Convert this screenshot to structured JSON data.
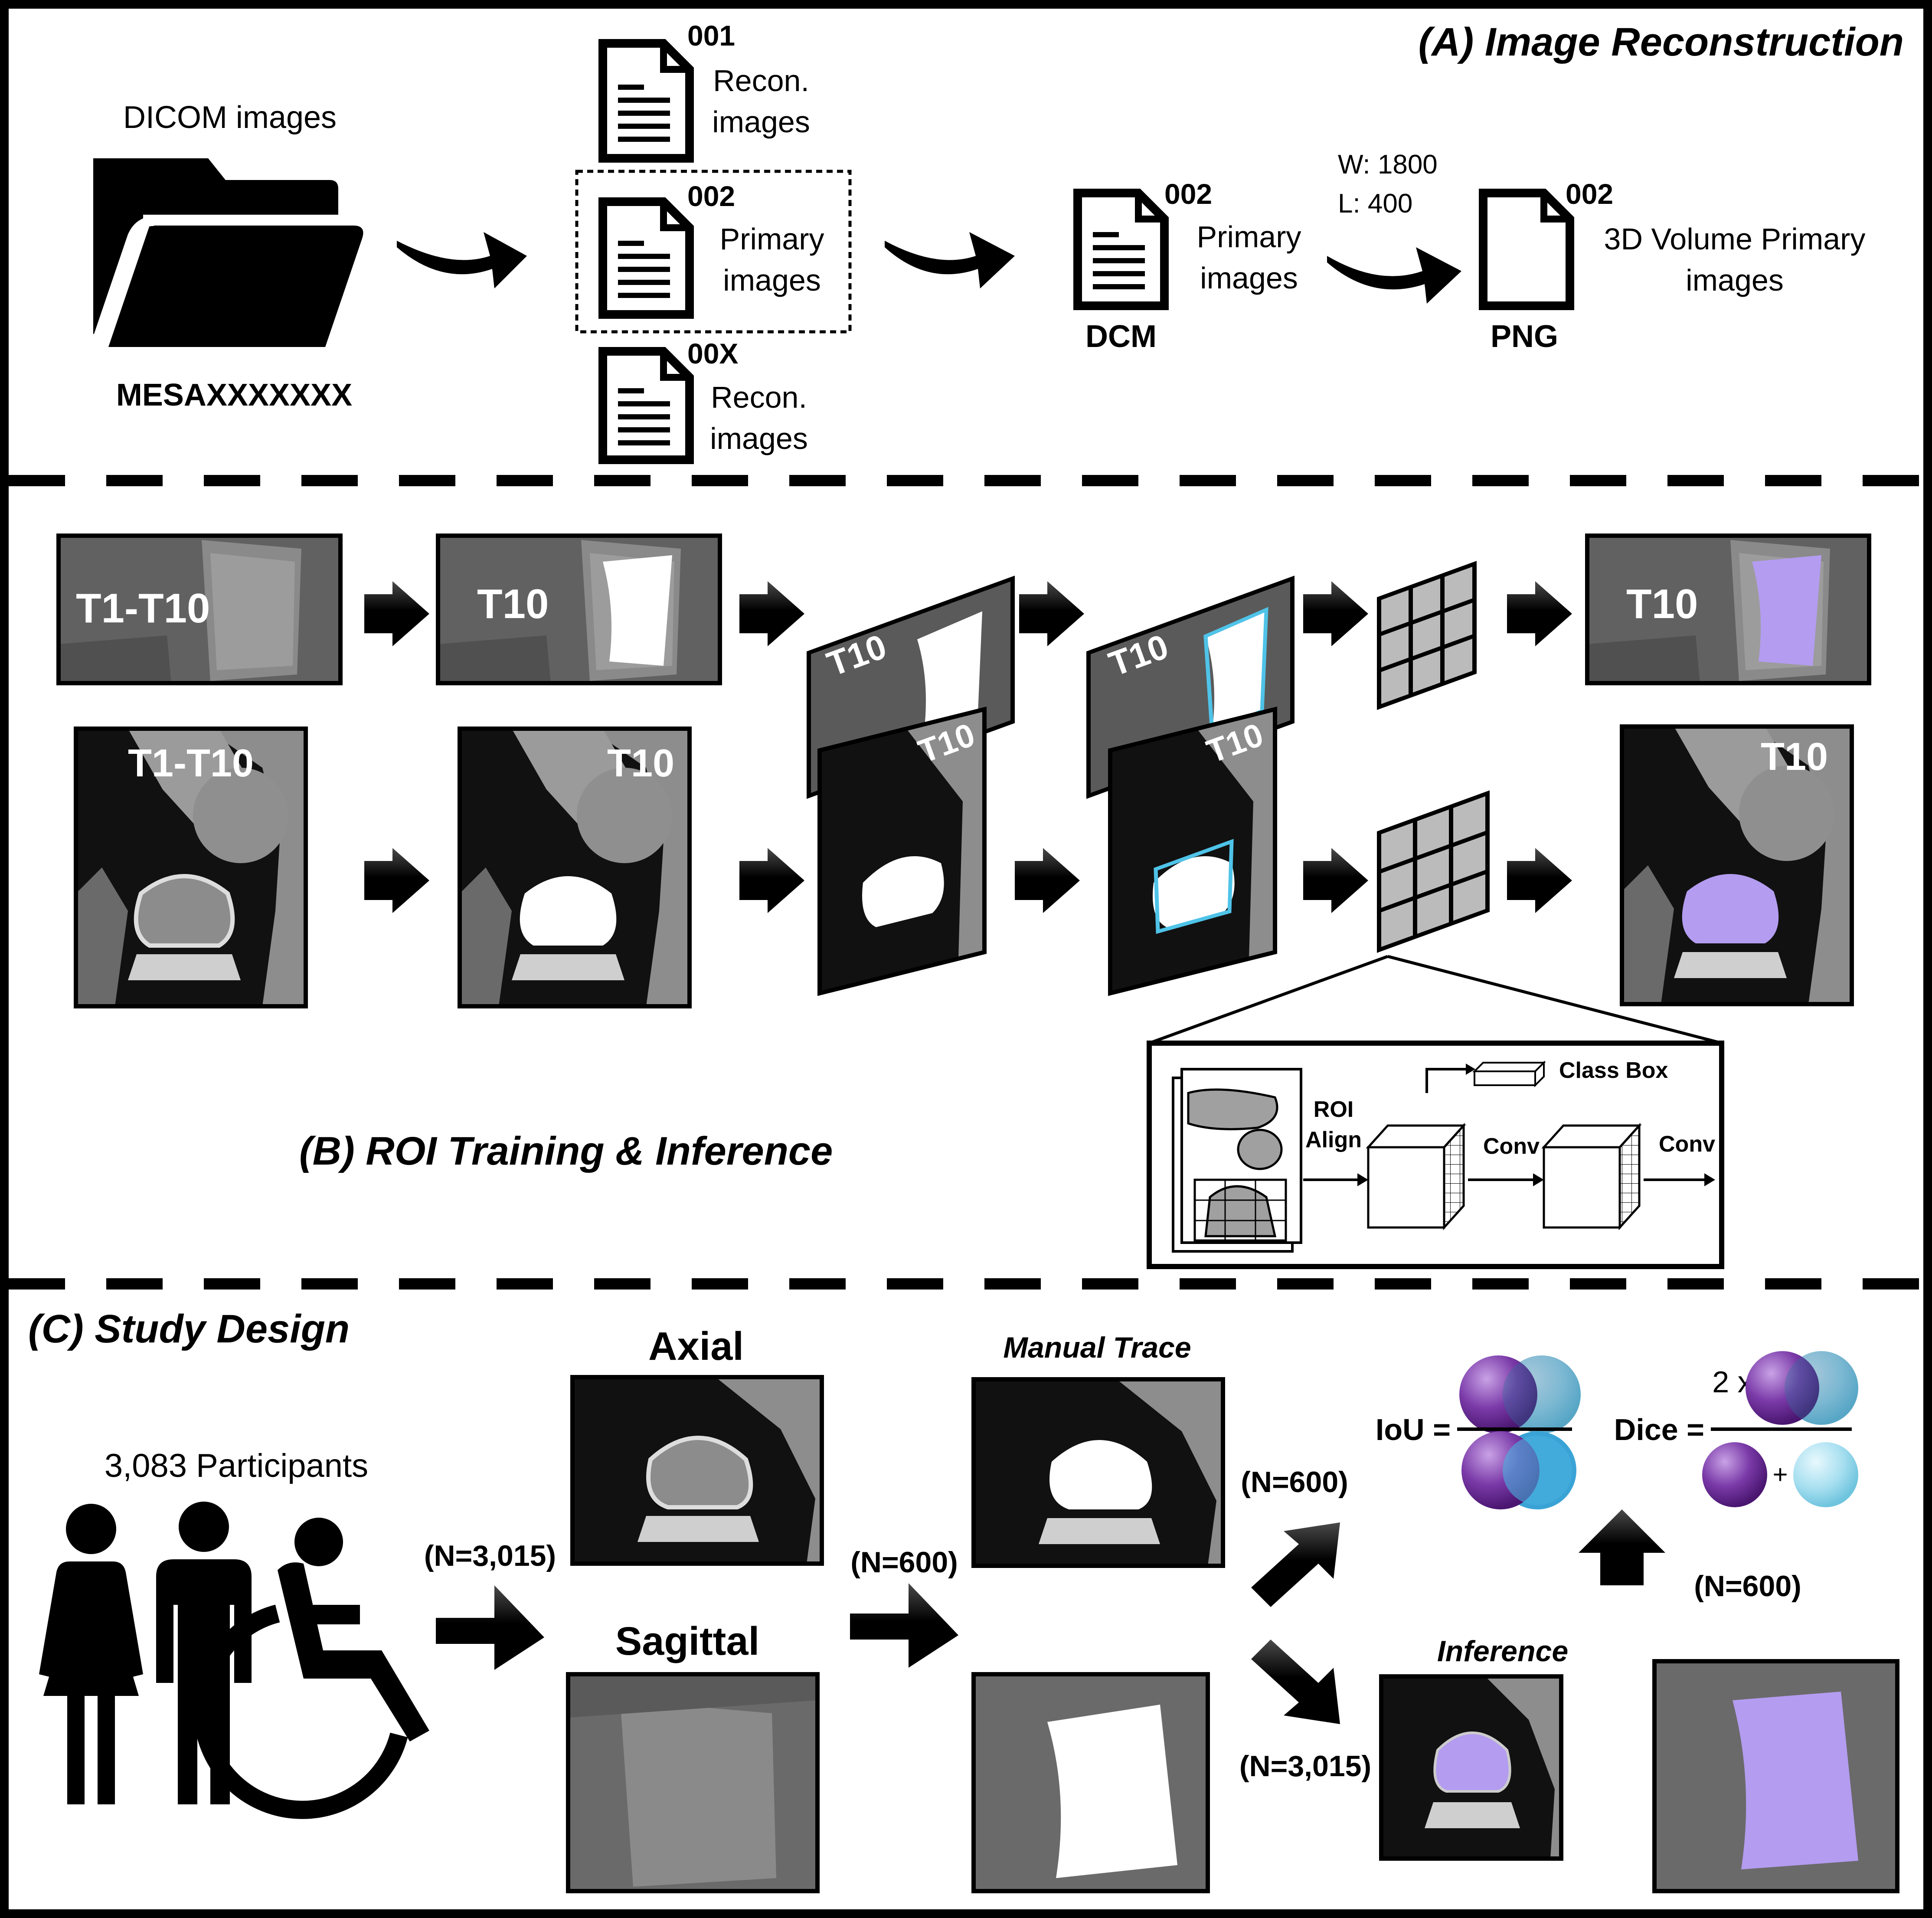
{
  "panel_a": {
    "title": "(A) Image Reconstruction",
    "dicom_label": "DICOM images",
    "folder_name": "MESAXXXXXXX",
    "series": [
      {
        "id": "001",
        "line1": "Recon.",
        "line2": "images"
      },
      {
        "id": "002",
        "line1": "Primary",
        "line2": "images"
      },
      {
        "id": "00X",
        "line1": "Recon.",
        "line2": "images"
      }
    ],
    "dcm": {
      "id": "002",
      "line1": "Primary",
      "line2": "images",
      "format": "DCM"
    },
    "window": {
      "w": "W: 1800",
      "l": "L: 400"
    },
    "png": {
      "id": "002",
      "line1": "3D Volume Primary",
      "line2": "images",
      "format": "PNG"
    }
  },
  "panel_b": {
    "title": "(B) ROI Training & Inference",
    "sag_labels": [
      "T1-T10",
      "T10",
      "T10",
      "T10",
      "T10"
    ],
    "axial_labels": [
      "T1-T10",
      "T10",
      "T10",
      "T10",
      "T10"
    ],
    "network": {
      "roi_align": [
        "ROI",
        "Align"
      ],
      "class_box": "Class Box",
      "conv1": "Conv",
      "conv2": "Conv"
    }
  },
  "panel_c": {
    "title": "(C) Study Design",
    "participants": "3,083 Participants",
    "n_3015_left": "(N=3,015)",
    "axial": "Axial",
    "sagittal": "Sagittal",
    "n_600_mid": "(N=600)",
    "manual_trace": "Manual Trace",
    "n_600_upper": "(N=600)",
    "n_3015_lower": "(N=3,015)",
    "inference": "Inference",
    "n_600_right": "(N=600)",
    "iou": "IoU =",
    "dice": "Dice =",
    "two_x": "2 x",
    "plus": "+"
  },
  "colors": {
    "purple": "#6a2c91",
    "light_blue": "#8fd3e8",
    "roi_box": "#4fc3e8",
    "segmentation": "#b49cf0"
  }
}
